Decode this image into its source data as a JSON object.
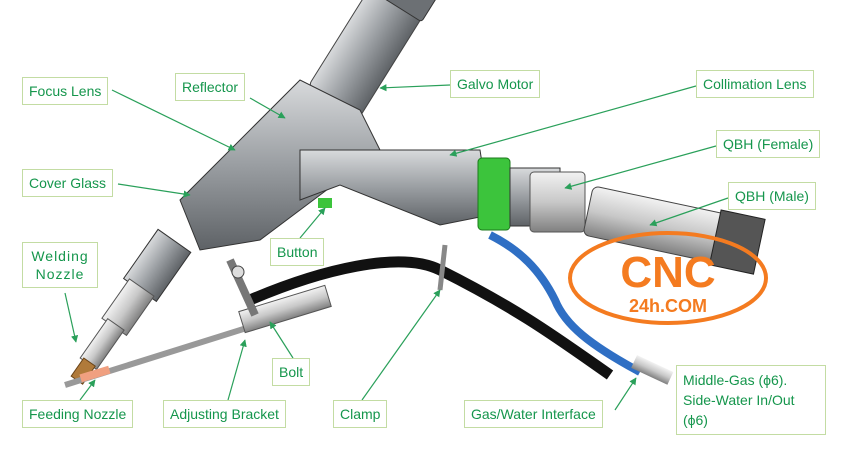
{
  "labels": {
    "focus_lens": "Focus Lens",
    "reflector": "Reflector",
    "galvo_motor": "Galvo Motor",
    "collimation_lens": "Collimation Lens",
    "qbh_female": "QBH (Female)",
    "qbh_male": "QBH (Male)",
    "cover_glass": "Cover Glass",
    "button": "Button",
    "welding_nozzle_1": "Welding",
    "welding_nozzle_2": "Nozzle",
    "bolt": "Bolt",
    "feeding_nozzle": "Feeding Nozzle",
    "adjusting_bracket": "Adjusting Bracket",
    "clamp": "Clamp",
    "gas_water_interface": "Gas/Water Interface",
    "middle_gas_1": "Middle-Gas (ϕ6).",
    "middle_gas_2": "Side-Water In/Out",
    "middle_gas_3": "(ϕ6)"
  },
  "watermark": {
    "main": "CNC",
    "sub": "24h.COM",
    "color": "#f47b20"
  },
  "colors": {
    "label_text": "#15964c",
    "label_border": "#c3dca3",
    "leader": "#2aa05a",
    "accent_ring": "#3cc43c",
    "hose_blue": "#2f6fc4"
  }
}
